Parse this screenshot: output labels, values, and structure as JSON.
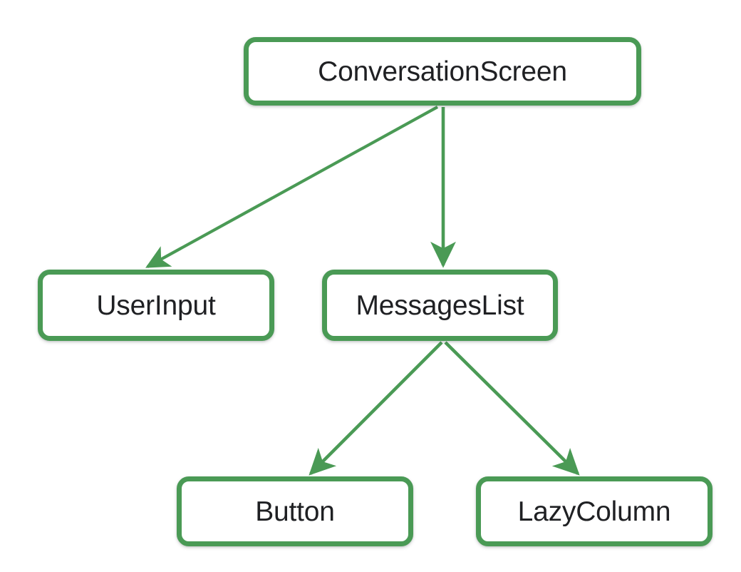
{
  "diagram": {
    "type": "tree",
    "title": "",
    "background_color": "#ffffff",
    "node_border_color": "#4a9a55",
    "node_fill_color": "#ffffff",
    "node_text_color": "#1f2023",
    "edge_color": "#4a9a55",
    "nodes": [
      {
        "id": "ConversationScreen",
        "label": "ConversationScreen",
        "row": 1
      },
      {
        "id": "UserInput",
        "label": "UserInput",
        "row": 2
      },
      {
        "id": "MessagesList",
        "label": "MessagesList",
        "row": 2
      },
      {
        "id": "Button",
        "label": "Button",
        "row": 3
      },
      {
        "id": "LazyColumn",
        "label": "LazyColumn",
        "row": 3
      }
    ],
    "edges": [
      {
        "from": "ConversationScreen",
        "to": "UserInput",
        "style": "arrow",
        "shape": "diagonal"
      },
      {
        "from": "ConversationScreen",
        "to": "MessagesList",
        "style": "arrow",
        "shape": "vertical"
      },
      {
        "from": "MessagesList",
        "to": "Button",
        "style": "arrow",
        "shape": "diagonal"
      },
      {
        "from": "MessagesList",
        "to": "LazyColumn",
        "style": "arrow",
        "shape": "diagonal"
      }
    ]
  }
}
